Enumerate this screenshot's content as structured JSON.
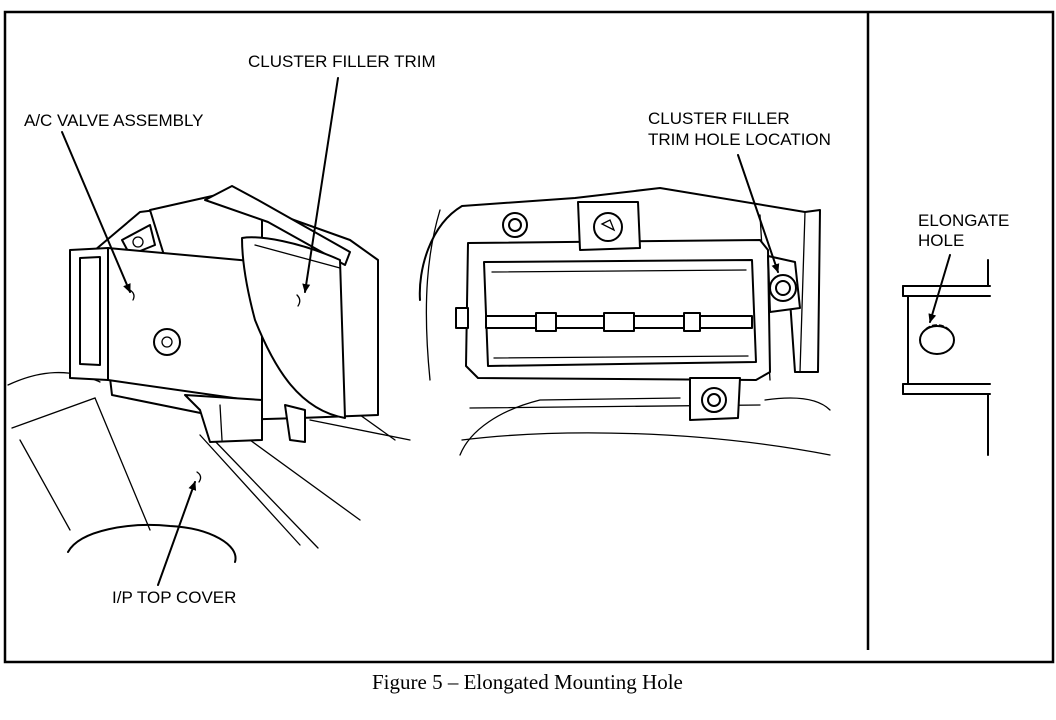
{
  "figure": {
    "caption": "Figure 5 – Elongated Mounting Hole"
  },
  "labels": {
    "cluster_filler_trim": "CLUSTER FILLER TRIM",
    "ac_valve_assembly": "A/C VALVE  ASSEMBLY",
    "ip_top_cover": "I/P TOP COVER",
    "trim_hole_location_line1": "CLUSTER FILLER",
    "trim_hole_location_line2": "TRIM HOLE LOCATION",
    "elongate_hole_line1": "ELONGATE",
    "elongate_hole_line2": "HOLE"
  }
}
